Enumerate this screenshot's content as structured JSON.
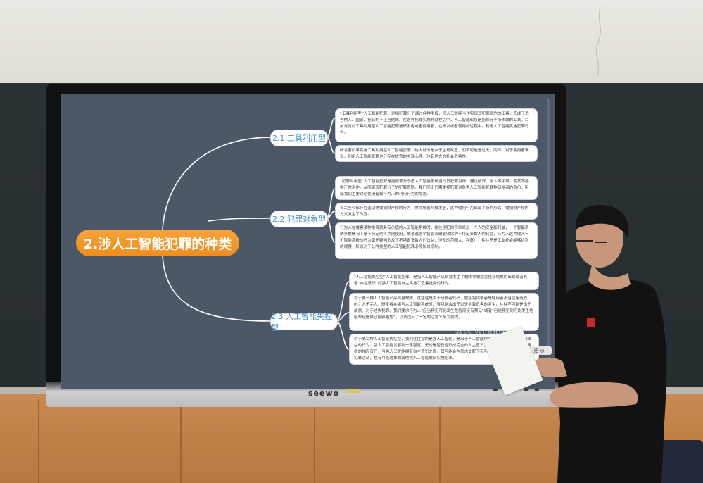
{
  "monitor": {
    "brand": "seewo"
  },
  "mindmap": {
    "root": "2.涉人工智能犯罪的种类",
    "branches": [
      {
        "label": "2.1 工具利用型",
        "notes": [
          "“工具利用型”人工智能犯罪，是指犯罪分子通过各种手段，把人工智能当作实现其犯罪目的的工具，造成了危害他人、国家、社会的不正当结果。在这种犯罪实施的过程之中，人工智能仅仅是犯罪分子所依赖的工具。目前常见的工具利用型人工智能犯罪是研发者或者使用者，在研发或者使用的过程中，利用人工智能实施犯罪行为。",
          "研发者如果实施工具利用型人工智能犯罪，绝大部分是由于主观故意，而不可能是过失。同样，对于使用者来说，利用人工智能犯罪也只存在故意的主观心理，也有巨大的社会危害性。"
        ]
      },
      {
        "label": "2.2 犯罪对象型",
        "notes": [
          "“犯罪对象型”人工智能犯罪是指犯罪分子把人工智能系统当作其犯罪目标，通过破坏、侵入等手段，使其不能够正常运作。从而实现犯罪分子的犯罪意图。我们同步仍需重视犯罪对象型人工智能犯罪种研发者的身份，因此我们主要讨论使用者和行为人的利用行为的危害。",
          "自古至今都存在盗窃等侵犯财产权的行为，然而随着科技发展，这种侵犯行为出现了新的形式，侵犯财产权的方式发生了改变。",
          "行为人在侵害某种本身就具有价值的人工智能系统时，往往侵犯的不单单是一个人的安全和利益，一个智能系统多数情况下是不特定的人共同使用，或者说这个智能系统能够保护不特定多数人的利益，行为人这种侵入一个智能系统的行为毫无疑问危及了不特定多数人的法益，涉及的范围大、程度广，往往不是工业社会能够达到的规模，所以对于此种类型的人工智能犯罪必须加以规制。"
        ]
      },
      {
        "label": "2.3 人工智能失控型",
        "notes": [
          "“人工智能失控型”人工智能犯罪，是指人工智能产品自身发生了故障导致危害社会结果的出现或者具备“自主意识”的强人工智能自主实施了危害社会的行为。",
          "对于第一种人工智能产品自身故障，这往往是由于研发者代码、程序错误或者是使用者不当使用造成的。人无完人，研发者在编写人工智能系统时，有可能会出于过失导致危害的发生，往往不可能是出于故意。对于过失犯罪，我们要求行为人“应当预见可能发生危险而没有预见”或者“已经预见到可能发生危险却轻信自己能够避免”，以其违反了一定的注意义务为前提。",
          "对于第二种人工智能失控型，我们往往指的是强人工智能，是出于人工智能自身意识，做出一些侵犯法益的行为。强人工智能发展到一定程度，无论是否已经形成完全的自主意识，都需要追究研发者与使用者的相应责任，当强人工智能拥有自主意识之后，其可能会在意志支配下有可能会选择和人类共同进行犯罪活动，也有可能选择和其他强人工智能联合实施犯罪。"
        ]
      }
    ]
  },
  "screen": {
    "watermark": "激活 Windows",
    "toolbar": "拓 ◎"
  }
}
